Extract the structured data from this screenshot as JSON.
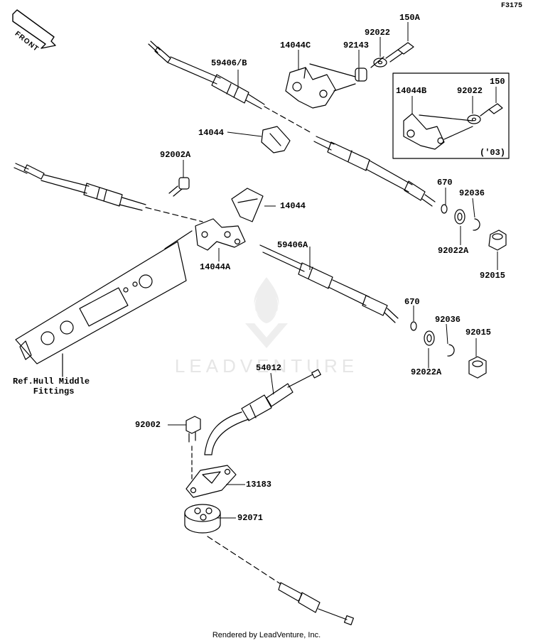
{
  "figure_code": "F3175",
  "front_label": "FRONT",
  "watermark_text": "LEADVENTURE",
  "footer_text": "Rendered by LeadVenture, Inc.",
  "inset_label": "('03)",
  "reference_note": "Ref.Hull Middle\n    Fittings",
  "parts": [
    {
      "id": "p150a",
      "number": "150A"
    },
    {
      "id": "p92022-top",
      "number": "92022"
    },
    {
      "id": "p14044c",
      "number": "14044C"
    },
    {
      "id": "p92143",
      "number": "92143"
    },
    {
      "id": "p59406b",
      "number": "59406/B"
    },
    {
      "id": "p150",
      "number": "150"
    },
    {
      "id": "p14044b",
      "number": "14044B"
    },
    {
      "id": "p92022-inset",
      "number": "92022"
    },
    {
      "id": "p14044-upper",
      "number": "14044"
    },
    {
      "id": "p92002a",
      "number": "92002A"
    },
    {
      "id": "p670-upper",
      "number": "670"
    },
    {
      "id": "p92036-upper",
      "number": "92036"
    },
    {
      "id": "p14044-lower",
      "number": "14044"
    },
    {
      "id": "p92022a-upper",
      "number": "92022A"
    },
    {
      "id": "p14044a",
      "number": "14044A"
    },
    {
      "id": "p59406a",
      "number": "59406A"
    },
    {
      "id": "p92015-upper",
      "number": "92015"
    },
    {
      "id": "p670-lower",
      "number": "670"
    },
    {
      "id": "p92036-lower",
      "number": "92036"
    },
    {
      "id": "p92015-lower",
      "number": "92015"
    },
    {
      "id": "p92022a-lower",
      "number": "92022A"
    },
    {
      "id": "p54012",
      "number": "54012"
    },
    {
      "id": "p92002",
      "number": "92002"
    },
    {
      "id": "p13183",
      "number": "13183"
    },
    {
      "id": "p92071",
      "number": "92071"
    }
  ]
}
